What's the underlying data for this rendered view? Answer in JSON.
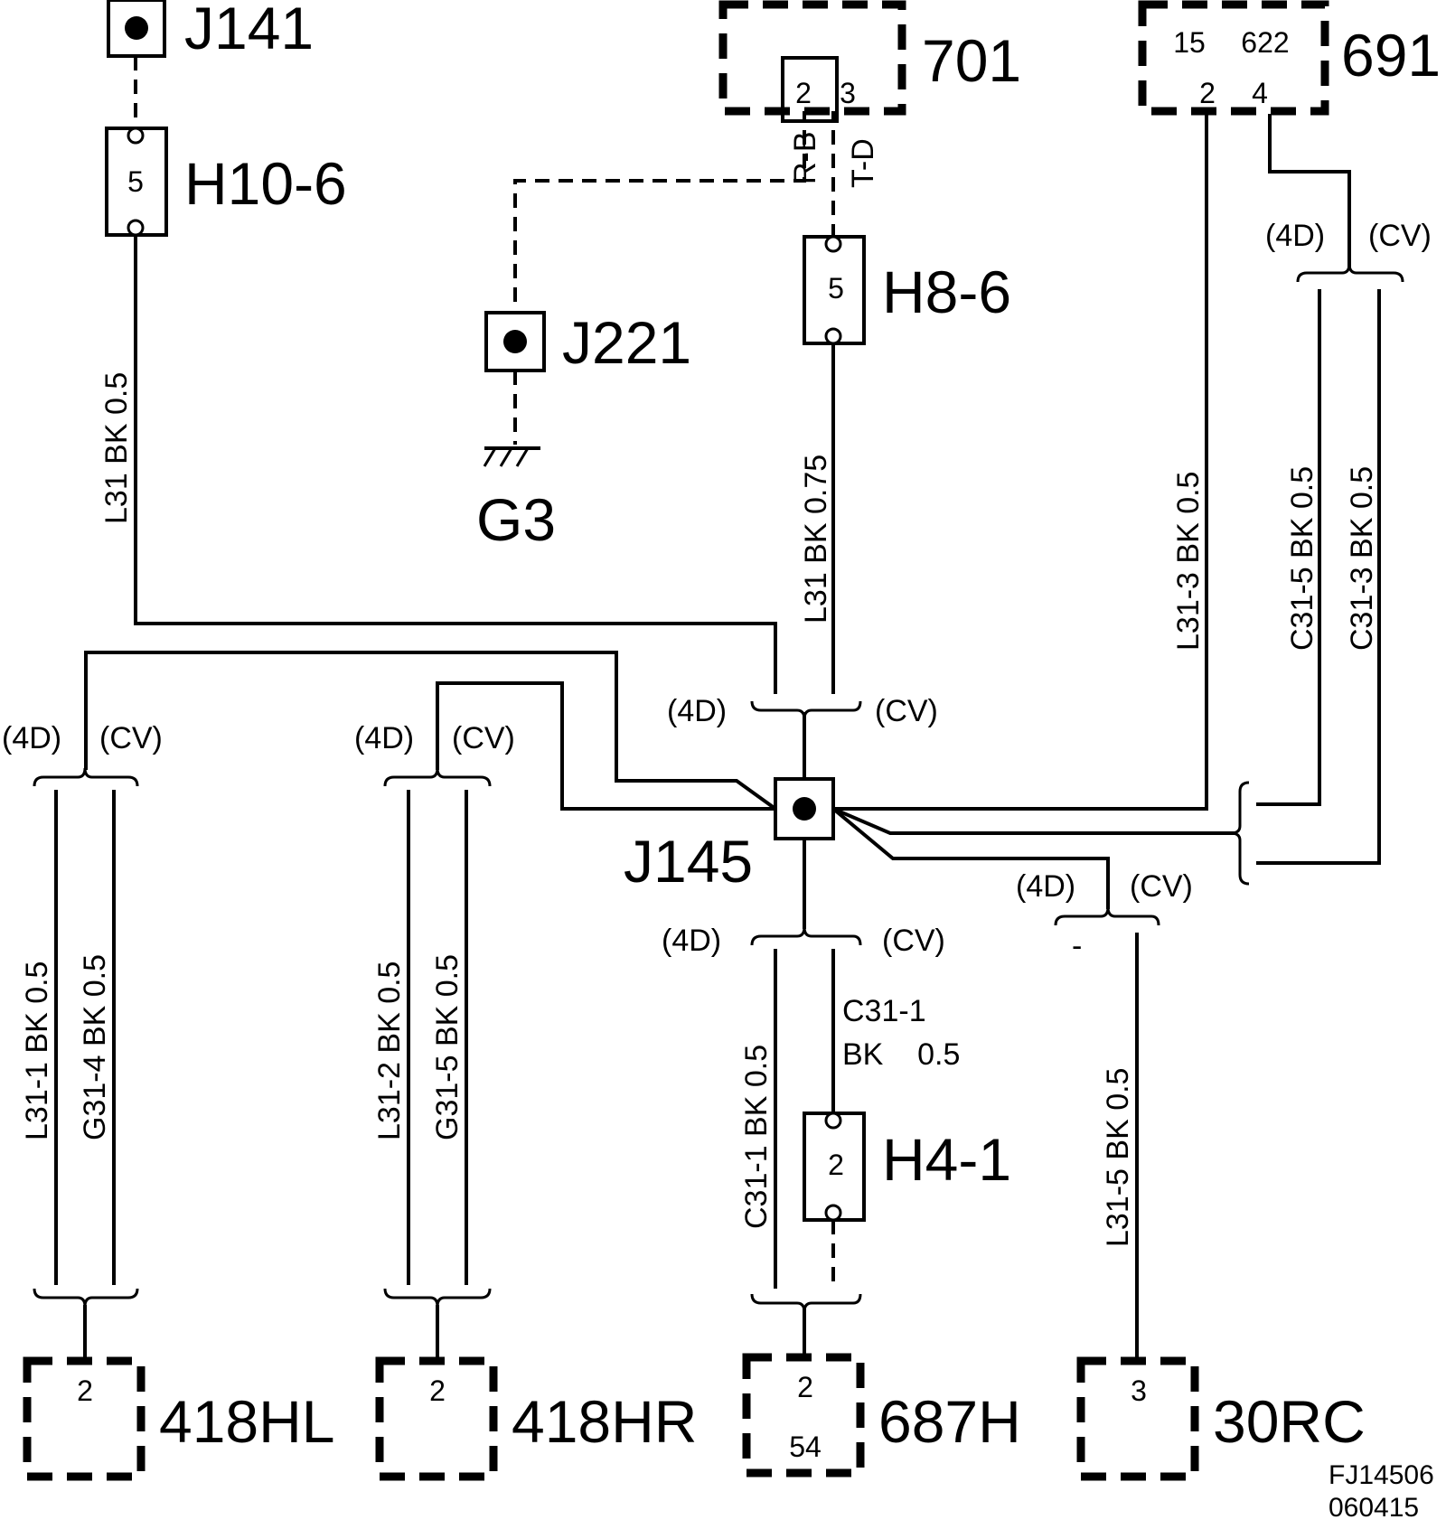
{
  "components": {
    "j141": "J141",
    "h10_6": "H10-6",
    "j221": "J221",
    "g3": "G3",
    "c701": "701",
    "h8_6": "H8-6",
    "c691": "691",
    "j145": "J145",
    "h4_1": "H4-1",
    "c418hl": "418HL",
    "c418hr": "418HR",
    "c687h": "687H",
    "c30rc": "30RC"
  },
  "pins": {
    "h10_6": "5",
    "h8_6": "5",
    "h4_1": "2",
    "c701_a": "2",
    "c701_b": "3",
    "c691_top_a": "15",
    "c691_top_b": "622",
    "c691_a": "2",
    "c691_b": "4",
    "c418hl": "2",
    "c418hr": "2",
    "c687h_a": "2",
    "c687h_b": "54",
    "c30rc": "3"
  },
  "wires": {
    "w1": "L31  BK  0.5",
    "w2": "L31  BK  0.75",
    "w3": "L31-3  BK  0.5",
    "w4": "C31-5  BK  0.5",
    "w5": "C31-3  BK  0.5",
    "w6": "L31-1  BK  0.5",
    "w7": "G31-4  BK  0.5",
    "w8": "L31-2  BK  0.5",
    "w9": "G31-5  BK  0.5",
    "w10": "C31-1  BK  0.5",
    "w11_line1": "C31-1",
    "w11_line2": "BK    0.5",
    "w12": "L31-5  BK  0.5",
    "rb": "R-B",
    "td": "T-D"
  },
  "variants": {
    "d4": "(4D)",
    "cv": "(CV)",
    "dash": "-"
  },
  "footer": {
    "code": "FJ14506",
    "date": "060415"
  }
}
